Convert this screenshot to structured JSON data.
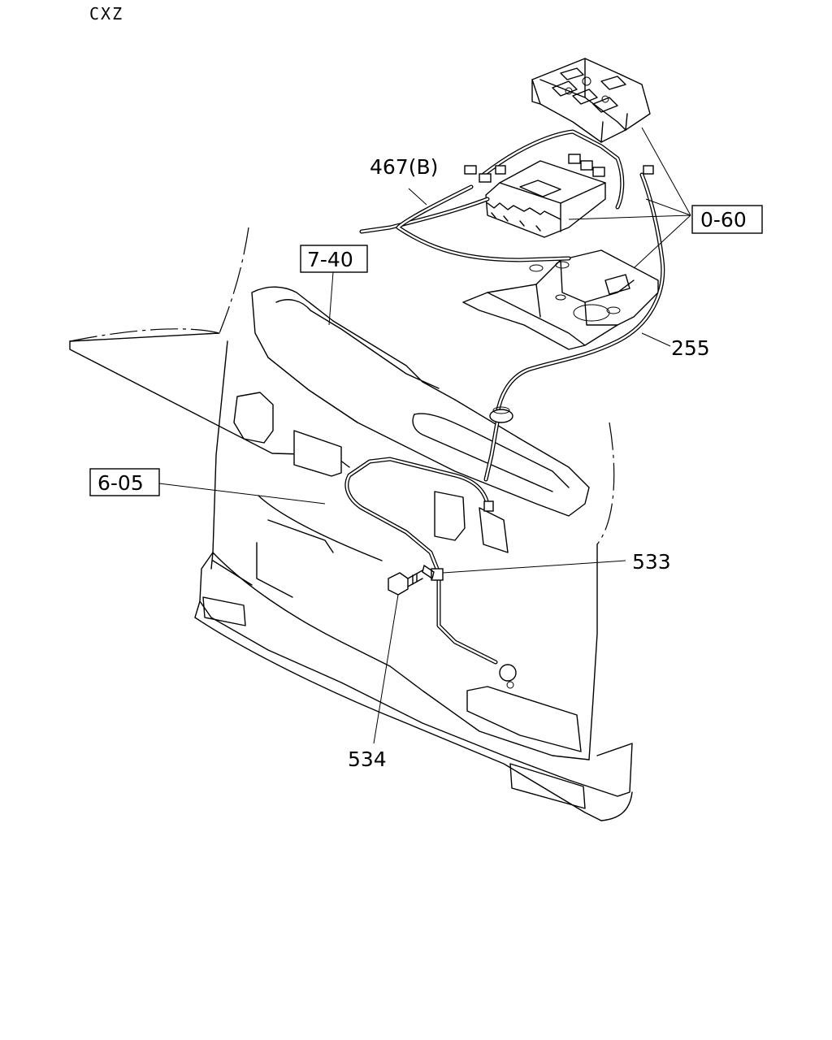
{
  "header": {
    "code": "CXZ"
  },
  "callouts": {
    "c467b": "467(B)",
    "c060": "0-60",
    "c740": "7-40",
    "c255": "255",
    "c605": "6-05",
    "c533": "533",
    "c534": "534"
  }
}
